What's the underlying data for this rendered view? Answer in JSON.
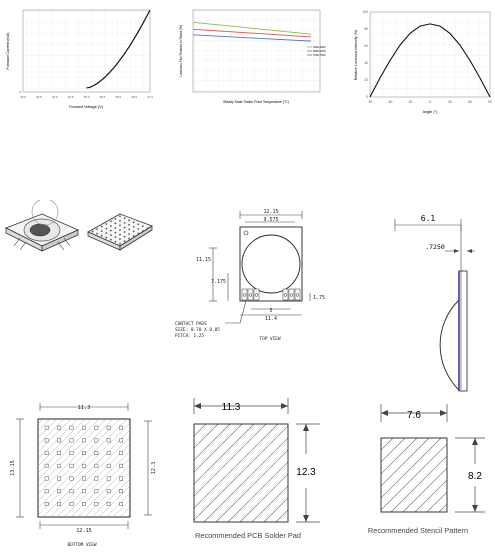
{
  "chart1": {
    "ylabel": "Forward Current (mA)",
    "xlabel": "Forward Voltage (V)",
    "xticks": [
      "33.0",
      "33.5",
      "34.0",
      "34.5",
      "35.0",
      "35.5",
      "36.0",
      "36.5",
      "37.0"
    ],
    "yticks": [
      "0",
      "",
      "",
      "",
      "",
      "",
      "",
      ""
    ],
    "chart_data": {
      "type": "line",
      "x": [
        35.0,
        35.5,
        36.0,
        36.5,
        37.0
      ],
      "series": [
        {
          "values": [
            0.05,
            0.2,
            0.45,
            0.72,
            1.0
          ]
        }
      ]
    }
  },
  "chart2": {
    "ylabel": "Luminous Flux Relative to Rated (%)",
    "xlabel": "Steady State Solder Point Temperature (°C)",
    "legend": [
      "3000-4000",
      "5000-5700",
      "5700-7000"
    ],
    "series_colors": [
      "#8cbf4a",
      "#d9534f",
      "#4a78c2"
    ],
    "chart_data": {
      "type": "line",
      "x": [
        0,
        100
      ],
      "series": [
        {
          "values": [
            1.0,
            0.83
          ]
        },
        {
          "values": [
            0.9,
            0.79
          ]
        },
        {
          "values": [
            0.82,
            0.73
          ]
        }
      ]
    }
  },
  "chart3": {
    "ylabel": "Relative Luminous Intensity (%)",
    "xlabel": "Angle (°)",
    "xticks": [
      "-90",
      "-60",
      "-30",
      "0",
      "30",
      "60",
      "90"
    ],
    "yticks": [
      "0",
      "20",
      "40",
      "60",
      "80",
      "100"
    ],
    "chart_data": {
      "type": "line",
      "x": [
        -90,
        -75,
        -60,
        -45,
        -30,
        -15,
        0,
        15,
        30,
        45,
        60,
        75,
        90
      ],
      "series": [
        {
          "values": [
            0,
            26,
            50,
            71,
            87,
            97,
            100,
            97,
            87,
            71,
            50,
            26,
            0
          ]
        }
      ]
    }
  },
  "top_view": {
    "dim_width": "12.15",
    "dim_inner": "9.575",
    "dim_height": "11.15",
    "dim_mid": "7.175",
    "dim_small": "1.75",
    "dim_pad_gap": "5",
    "dim_bottom": "11.4",
    "caption": "TOP VIEW",
    "contact_title": "CONTACT PADS",
    "contact_size": "SIZE: 0.70 X 0.85",
    "contact_pitch": "PITCH: 1.25"
  },
  "side_view": {
    "dim_top": "6.1",
    "dim_thick": ".7250"
  },
  "bottom_view": {
    "dim_top": "11.3",
    "dim_left": "13.15",
    "dim_right": "12.3",
    "dim_bottom": "12.15",
    "caption": "BOTTOM VIEW"
  },
  "pcb_pad": {
    "dim_w": "11.3",
    "dim_h": "12.3",
    "caption": "Recommended PCB Solder Pad"
  },
  "stencil": {
    "dim_w": "7.6",
    "dim_h": "8.2",
    "caption": "Recommended Stencil Pattern"
  }
}
